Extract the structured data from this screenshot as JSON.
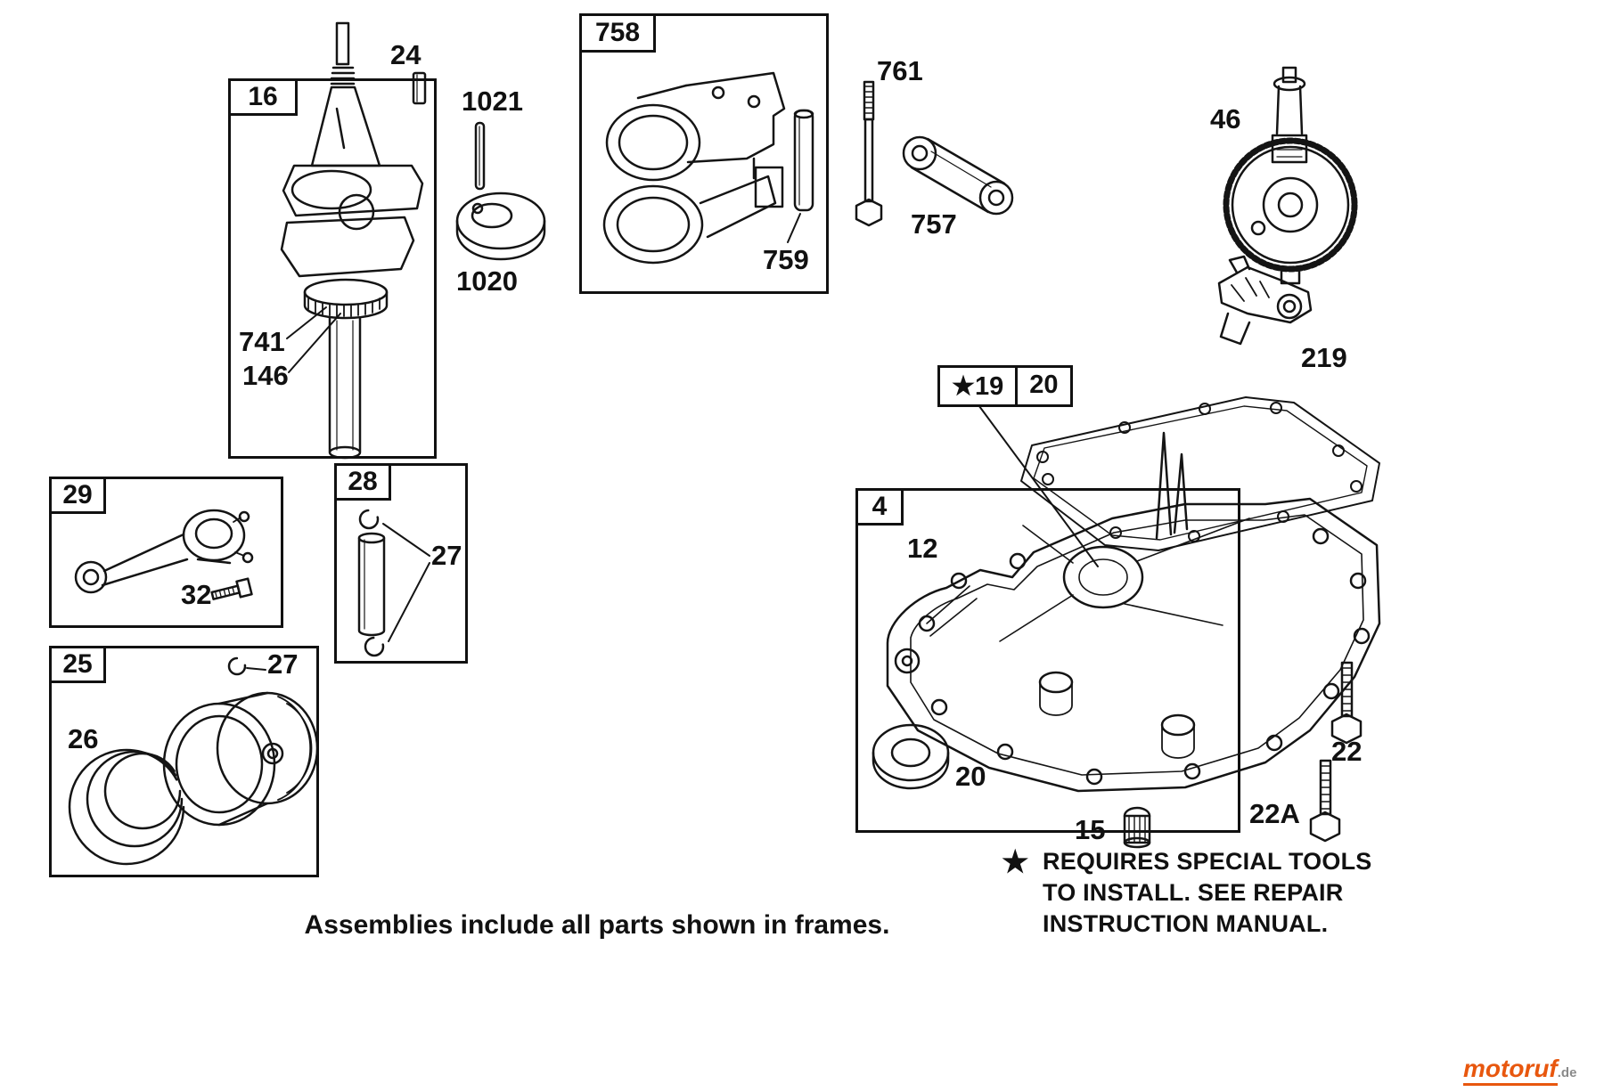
{
  "frames": {
    "f16": "16",
    "f758": "758",
    "f29": "29",
    "f28": "28",
    "f25": "25",
    "f4": "4",
    "f19": "★19",
    "f20": "20"
  },
  "labels": {
    "p24": "24",
    "p1021": "1021",
    "p1020": "1020",
    "p741": "741",
    "p146": "146",
    "p759": "759",
    "p761": "761",
    "p757": "757",
    "p46": "46",
    "p219": "219",
    "p12": "12",
    "p20_grommet": "20",
    "p15": "15",
    "p22": "22",
    "p22a": "22A",
    "p32": "32",
    "p27_pin": "27",
    "p27_clip": "27",
    "p26": "26"
  },
  "footer": "Assemblies include all parts shown in frames.",
  "special_note": {
    "star": "★",
    "lines": [
      "REQUIRES SPECIAL TOOLS",
      "TO INSTALL.  SEE REPAIR",
      "INSTRUCTION MANUAL."
    ]
  },
  "logo": {
    "brand": "motoruf",
    "tld": ".de"
  },
  "colors": {
    "ink": "#141414",
    "logo_orange": "#e8570e"
  }
}
